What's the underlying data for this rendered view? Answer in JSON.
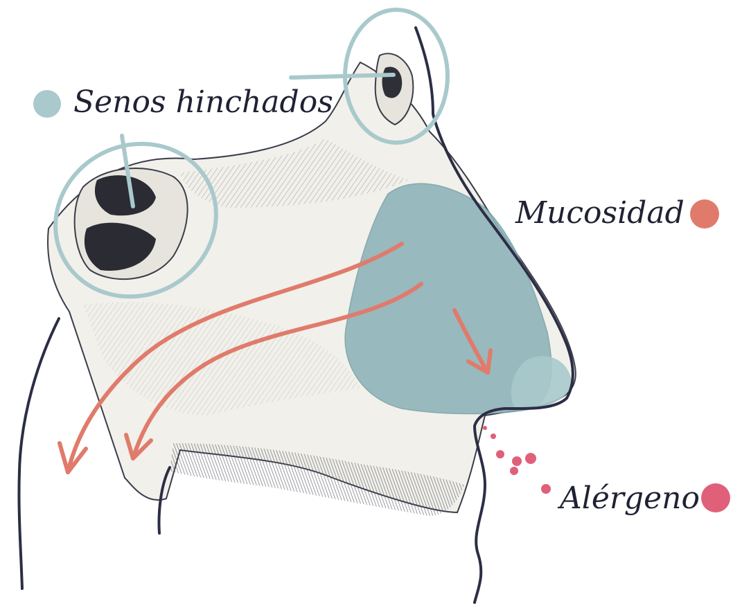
{
  "labels": {
    "sinuses": "Senos hinchados",
    "mucus": "Mucosidad",
    "allergen": "Alérgeno"
  },
  "colors": {
    "sinus_teal": "#a9c9cc",
    "mucus_salmon": "#e07b6b",
    "allergen_pink": "#e0607a",
    "outline_ink": "#2b2e45",
    "bone_fill": "#f1f0ea",
    "mucus_fill": "#8fb4ba"
  }
}
